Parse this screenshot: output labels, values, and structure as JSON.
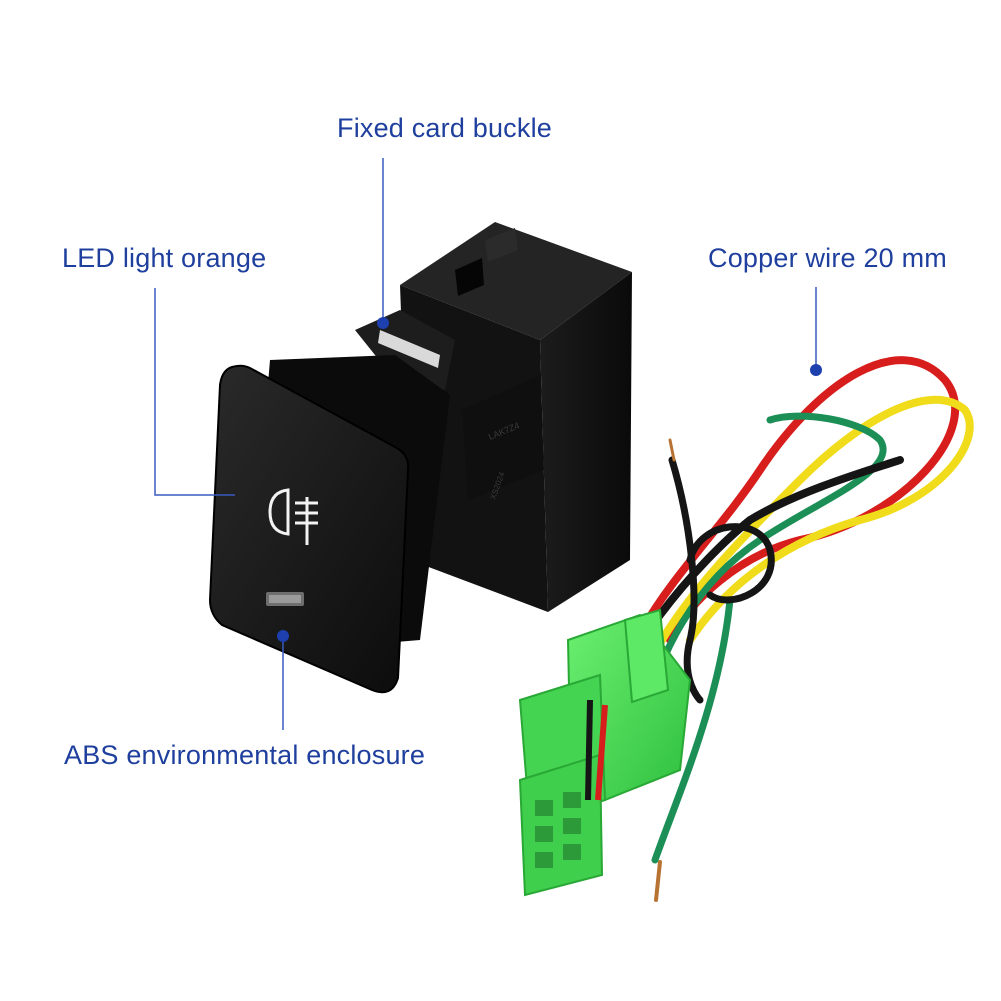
{
  "annotations": {
    "fixed_card_buckle": "Fixed card buckle",
    "led_light_orange": "LED light orange",
    "copper_wire": "Copper wire 20 mm",
    "abs_enclosure": "ABS environmental enclosure"
  },
  "colors": {
    "label_text": "#1f3f9e",
    "leader_line": "#3b5bbf",
    "leader_dot": "#1e3fae",
    "switch_body": "#141414",
    "connector": "#4ee05a",
    "wire_red": "#e02020",
    "wire_yellow": "#f2e21a",
    "wire_green": "#1f9a5a",
    "wire_black": "#1a1a1a"
  },
  "icons": {
    "switch_symbol": "fog-light-icon"
  }
}
